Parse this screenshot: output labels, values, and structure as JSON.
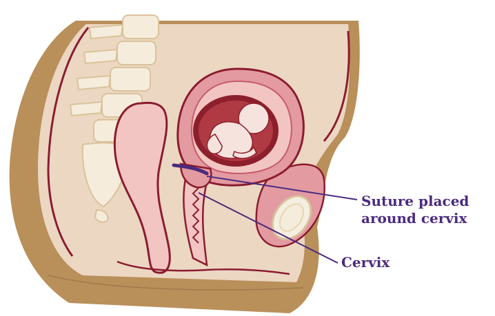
{
  "labels": {
    "suture_line1": "Suture placed",
    "suture_line2": "around cervix",
    "cervix": "Cervix"
  },
  "colors": {
    "skin": "#b98f5a",
    "body": "#ecd7c2",
    "tissue_pink": "#e39aa1",
    "tissue_light": "#f2c5c2",
    "outline": "#8a1c2e",
    "fetus_bg": "#8c1f2b",
    "fetus": "#f7e3de",
    "spine": "#f6ecdb",
    "spine_outline": "#d9c39c",
    "pelvis": "#f4efe0",
    "suture": "#4b2a7f",
    "label": "#4b2a7f"
  }
}
